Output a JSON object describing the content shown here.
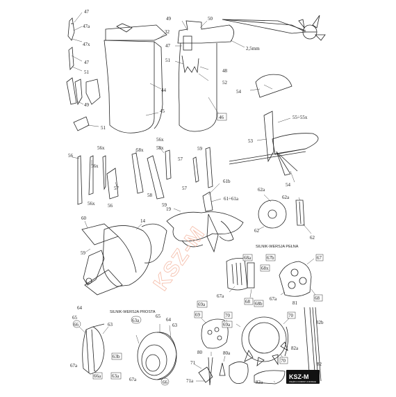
{
  "labels": {
    "l47": "47",
    "l47a": "47a",
    "l47x": "47x",
    "l47b": "47",
    "l51a": "51",
    "l49a": "49",
    "l51b": "51",
    "l49": "49",
    "l50": "50",
    "l32": "32",
    "l47c": "47",
    "l51c": "51",
    "l48": "48",
    "l52": "52",
    "l44": "44",
    "l45": "45",
    "l46": "46",
    "l25mm": "2,5mm",
    "l54a": "54",
    "l55": "55÷55x",
    "l53": "53",
    "l54b": "54",
    "l56a": "56",
    "l56xa": "56x",
    "l56xb": "56x",
    "l57a": "57",
    "l56xc": "56x",
    "l56b": "56",
    "l58a": "58x",
    "l58b": "58x",
    "l57b": "57",
    "l58c": "58",
    "l59a": "59",
    "l56xd": "56x",
    "l59b": "59",
    "l57c": "57",
    "l61b": "61b",
    "l61": "61÷61a",
    "l19": "19",
    "l62a": "62a",
    "l62aa": "62a",
    "l62b": "62",
    "l62c": "62",
    "l60": "60",
    "l14": "14",
    "l59c": "59",
    "l68a": "68a",
    "l67b": "67b",
    "l68x": "68x",
    "l68": "68",
    "l68b": "68b",
    "l67a": "67a",
    "l67": "67",
    "l68c": "68",
    "l67aa": "67a",
    "l64a": "64",
    "l65a": "65",
    "l66a": "66",
    "l63a": "63",
    "l67ab": "67a",
    "l63b": "63b",
    "l66b": "66a",
    "l63c": "63a",
    "l63aa": "63a",
    "l65b": "65",
    "l64b": "64",
    "l63d": "63",
    "l67ac": "67a",
    "l66c": "66",
    "l69a": "69a",
    "l69": "69",
    "l69b": "69a",
    "l70a": "70",
    "l70b": "70",
    "l70c": "70",
    "l81": "81",
    "l82b": "82b",
    "l82a": "82a",
    "l82": "82",
    "l80": "80",
    "l80a": "80a",
    "l71": "71",
    "l71a": "71a",
    "l82aa": "82a"
  },
  "captions": {
    "full_engine": "SILNIK-WERSJA PEŁNA",
    "simple_engine": "SILNIK-WERSJA PROSTA"
  },
  "watermark": "KSZ-M",
  "logo": {
    "brand": "KSZ-M",
    "tagline": "KSIĄŻKI & KOMIKSY & MODELE"
  },
  "colors": {
    "line": "#222222",
    "watermark": "#f4b7a2",
    "logo_bg": "#111111"
  }
}
